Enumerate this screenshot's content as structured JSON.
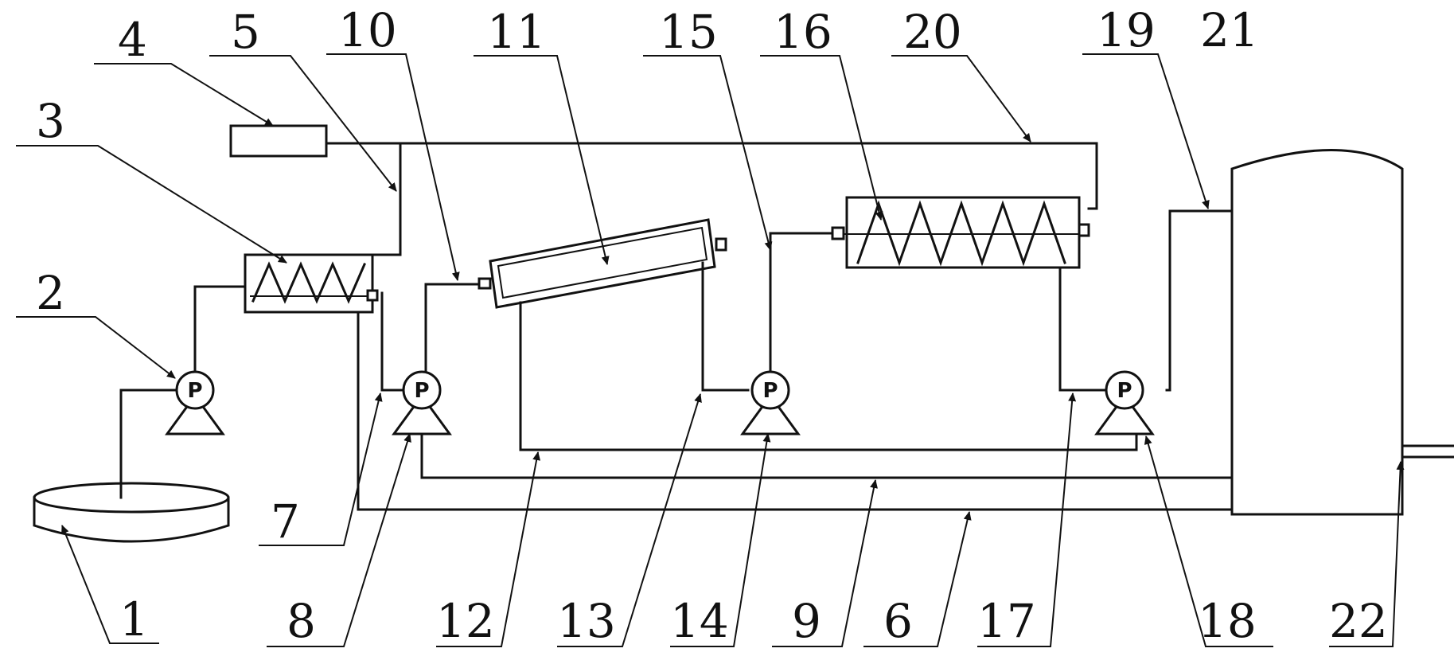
{
  "diagram": {
    "pump_letter": "P",
    "labels": {
      "n1": "1",
      "n2": "2",
      "n3": "3",
      "n4": "4",
      "n5": "5",
      "n6": "6",
      "n7": "7",
      "n8": "8",
      "n9": "9",
      "n10": "10",
      "n11": "11",
      "n12": "12",
      "n13": "13",
      "n14": "14",
      "n15": "15",
      "n16": "16",
      "n17": "17",
      "n18": "18",
      "n19": "19",
      "n20": "20",
      "n21": "21",
      "n22": "22"
    }
  }
}
